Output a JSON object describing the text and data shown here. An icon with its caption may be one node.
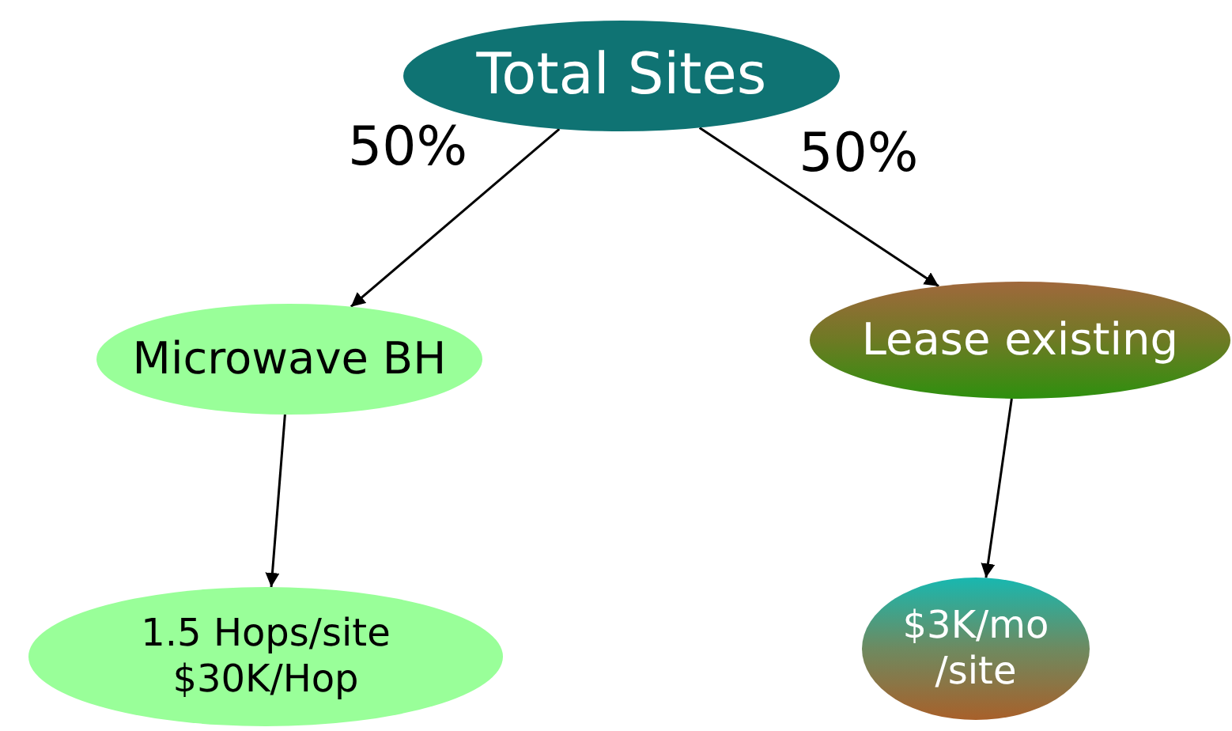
{
  "diagram": {
    "nodes": [
      {
        "text": [
          "Total Sites"
        ]
      },
      {
        "text": [
          "Microwave BH"
        ]
      },
      {
        "text": [
          "Lease existing"
        ]
      },
      {
        "text": [
          "1.5 Hops/site $30K/Hop"
        ]
      },
      {
        "text": [
          "$3K/mo /site"
        ]
      }
    ],
    "edges": [
      {
        "from": 0,
        "to": 1,
        "arrow": "to",
        "label": "50%"
      },
      {
        "from": 0,
        "to": 2,
        "arrow": "to",
        "label": "50%"
      },
      {
        "from": 1,
        "to": 3,
        "arrow": "to"
      },
      {
        "from": 2,
        "to": 4,
        "arrow": "to"
      }
    ]
  }
}
